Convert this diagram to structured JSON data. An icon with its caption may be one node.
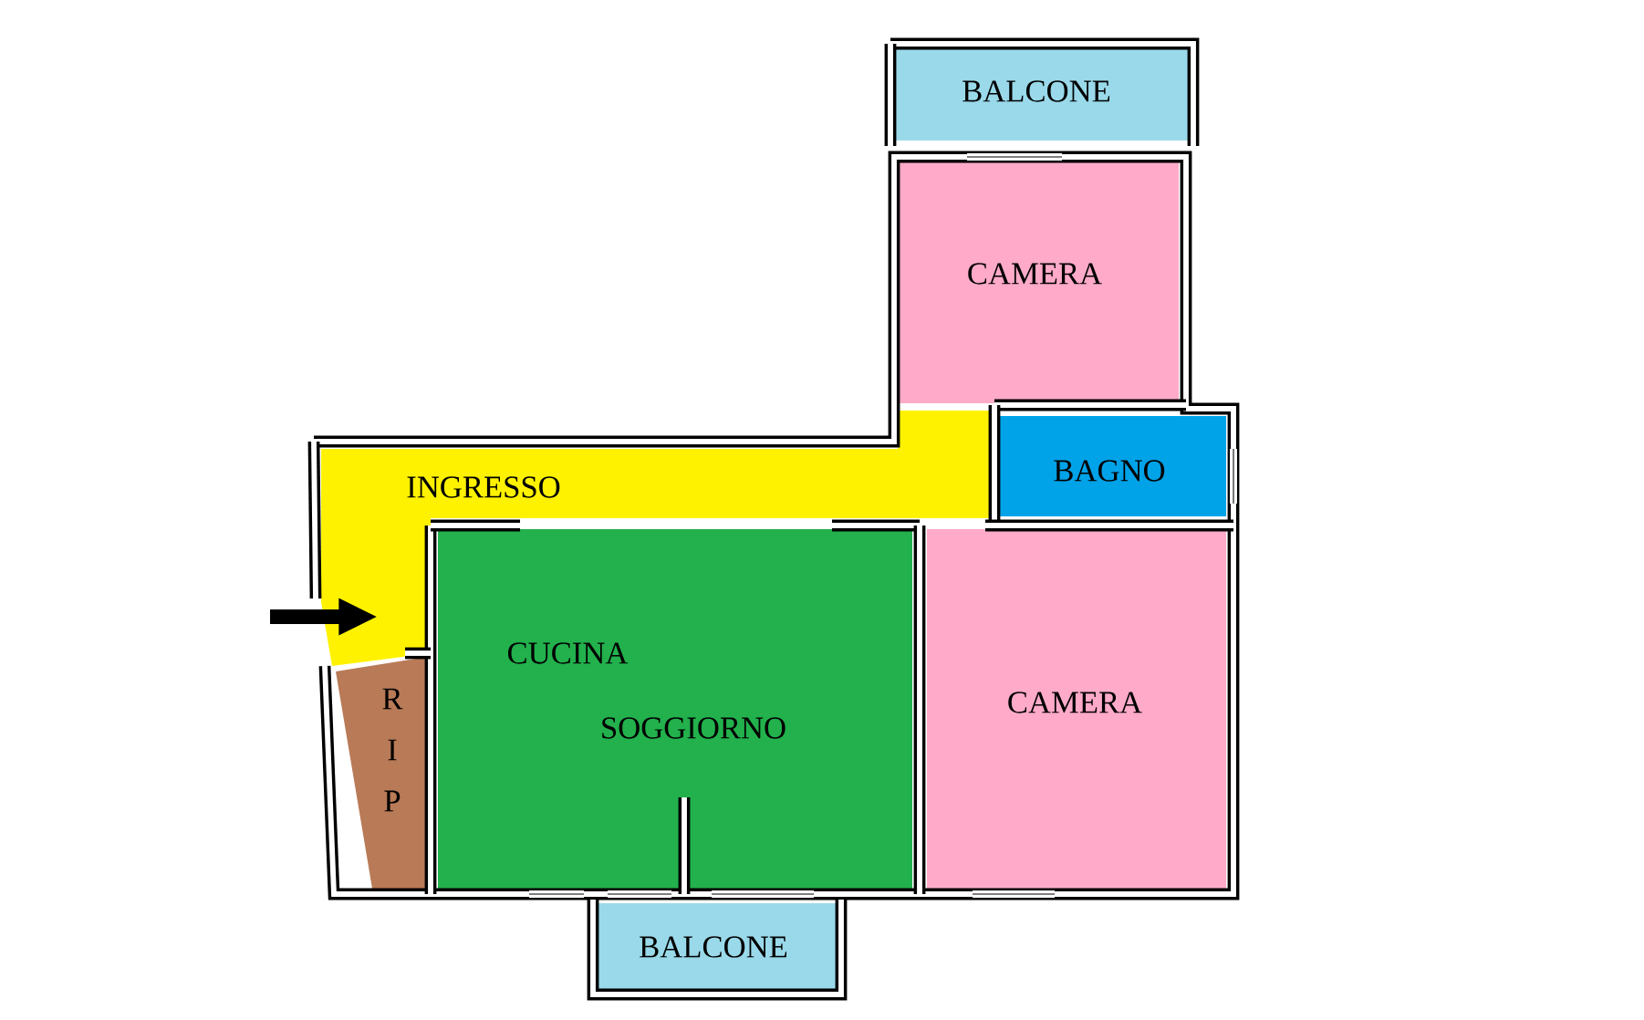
{
  "diagram": {
    "nodes": [
      {
        "text": [
          "BALCONE"
        ]
      },
      {
        "text": [
          "CAMERA"
        ]
      },
      {
        "text": [
          "INGRESSO"
        ]
      },
      {
        "text": [
          "BAGNO"
        ]
      },
      {
        "text": [
          "CUCINA",
          "SOGGIORNO"
        ]
      },
      {
        "text": [
          "CAMERA"
        ]
      },
      {
        "text": [
          "R I P"
        ]
      },
      {
        "text": [
          "BALCONE"
        ]
      }
    ],
    "edges": [
      {
        "from": null,
        "to": 2,
        "arrow": "to"
      }
    ]
  }
}
